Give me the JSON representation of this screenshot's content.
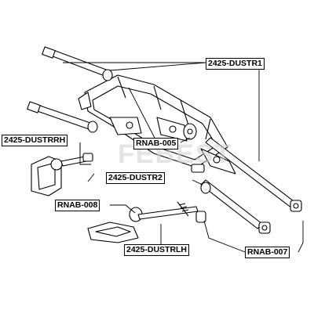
{
  "labels": {
    "dustr1": "2425-DUSTR1",
    "dustrrh": "2425-DUSTRRH",
    "rnab005": "RNAB-005",
    "dustr2": "2425-DUSTR2",
    "rnab008": "RNAB-008",
    "dustrlh": "2425-DUSTRLH",
    "rnab007": "RNAB-007"
  },
  "colors": {
    "line": "#000000",
    "part_fill": "#ffffff",
    "watermark": "#cfcfcf"
  }
}
